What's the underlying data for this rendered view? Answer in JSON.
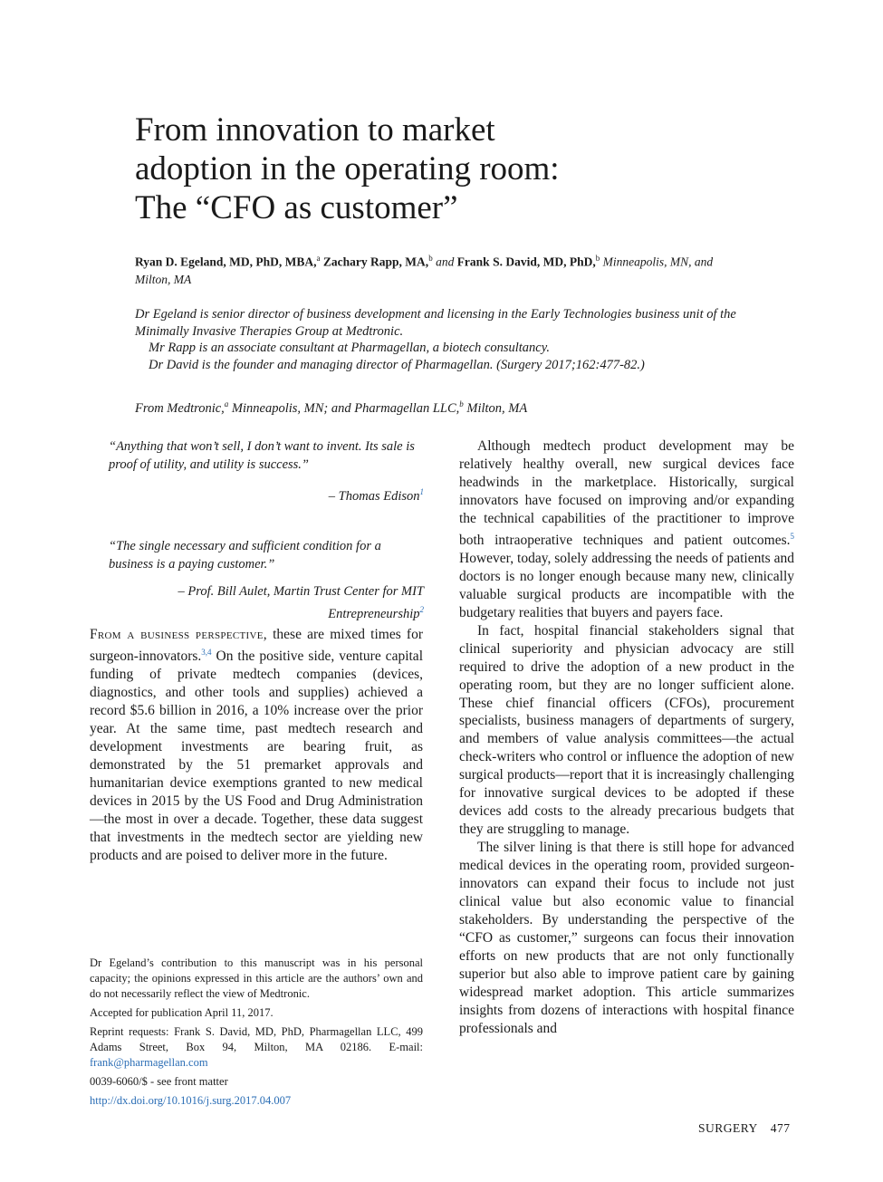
{
  "article": {
    "title_lines": [
      "From innovation to market",
      "adoption in the operating room:",
      "The “CFO as customer”"
    ],
    "authors": {
      "a1_name": "Ryan D. Egeland, MD, PhD, MBA,",
      "a1_sup": "a",
      "a2_name": "Zachary Rapp, MA,",
      "a2_sup": "b",
      "and": "and",
      "a3_name": "Frank S. David, MD, PhD,",
      "a3_sup": "b",
      "location": "Minneapolis, MN, and Milton, MA"
    },
    "bio": [
      "Dr Egeland is senior director of business development and licensing in the Early Technologies business unit of the Minimally Invasive Therapies Group at Medtronic.",
      "Mr Rapp is an associate consultant at Pharmagellan, a biotech consultancy.",
      "Dr David is the founder and managing director of Pharmagellan. (Surgery 2017;162:477-82.)"
    ],
    "affiliation": {
      "part1": "From Medtronic,",
      "sup1": "a",
      "part2": " Minneapolis, MN; and Pharmagellan LLC,",
      "sup2": "b",
      "part3": " Milton, MA"
    }
  },
  "epigraphs": [
    {
      "quote": "“Anything that won’t sell, I don’t want to invent. Its sale is proof of utility, and utility is success.”",
      "attribution": "– Thomas Edison",
      "ref": "1"
    },
    {
      "quote": "“The single necessary and sufficient condition for a business is a paying customer.”",
      "attribution": "– Prof. Bill Aulet, Martin Trust Center for MIT Entrepreneurship",
      "ref": "2"
    }
  ],
  "left_body": {
    "lead_in": "From a business perspective,",
    "text_a": " these are mixed times for surgeon-innovators.",
    "ref_a": "3,4",
    "text_b": " On the positive side, venture capital funding of private medtech companies (devices, diagnostics, and other tools and supplies) achieved a record $5.6 billion in 2016, a 10% increase over the prior year. At the same time, past medtech research and development investments are bearing fruit, as demonstrated by the 51 premarket approvals and humanitarian device exemptions granted to new medical devices in 2015 by the US Food and Drug Administration—the most in over a decade. Together, these data suggest that investments in the medtech sector are yielding new products and are poised to deliver more in the future."
  },
  "right_body": {
    "p1_a": "Although medtech product development may be relatively healthy overall, new surgical devices face headwinds in the marketplace. Historically, surgical innovators have focused on improving and/or expanding the technical capabilities of the practitioner to improve both intraoperative techniques and patient outcomes.",
    "p1_ref": "5",
    "p1_b": " However, today, solely addressing the needs of patients and doctors is no longer enough because many new, clinically valuable surgical products are incompatible with the budgetary realities that buyers and payers face.",
    "p2": "In fact, hospital financial stakeholders signal that clinical superiority and physician advocacy are still required to drive the adoption of a new product in the operating room, but they are no longer sufficient alone. These chief financial officers (CFOs), procurement specialists, business managers of departments of surgery, and members of value analysis committees—the actual check-writers who control or influence the adoption of new surgical products—report that it is increasingly challenging for innovative surgical devices to be adopted if these devices add costs to the already precarious budgets that they are struggling to manage.",
    "p3": "The silver lining is that there is still hope for advanced medical devices in the operating room, provided surgeon-innovators can expand their focus to include not just clinical value but also economic value to financial stakeholders. By understanding the perspective of the “CFO as customer,” surgeons can focus their innovation efforts on new products that are not only functionally superior but also able to improve patient care by gaining widespread market adoption. This article summarizes insights from dozens of interactions with hospital finance professionals and"
  },
  "footnotes": {
    "disclaimer": "Dr Egeland’s contribution to this manuscript was in his personal capacity; the opinions expressed in this article are the authors’ own and do not necessarily reflect the view of Medtronic.",
    "accepted": "Accepted for publication April 11, 2017.",
    "reprint": "Reprint requests: Frank S. David, MD, PhD, Pharmagellan LLC, 499 Adams Street, Box 94, Milton, MA 02186. E-mail: ",
    "email": "frank@pharmagellan.com",
    "issn": "0039-6060/$ - see front matter",
    "doi": "http://dx.doi.org/10.1016/j.surg.2017.04.007"
  },
  "running_footer": {
    "journal": "SURGERY",
    "page": "477"
  },
  "colors": {
    "text": "#1a1a1a",
    "link": "#2a6db5"
  }
}
